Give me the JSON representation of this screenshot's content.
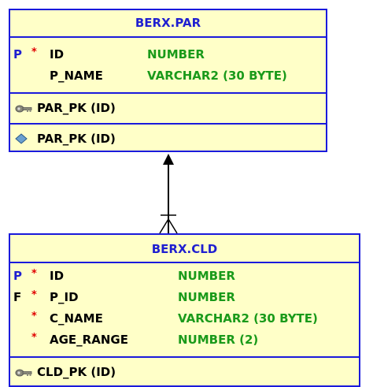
{
  "tables": [
    {
      "name": "BERX.PAR",
      "columns": [
        {
          "flag": "P",
          "required": "*",
          "name": "ID",
          "type": "NUMBER"
        },
        {
          "flag": "",
          "required": "",
          "name": "P_NAME",
          "type": "VARCHAR2 (30 BYTE)"
        }
      ],
      "keys": [
        "PAR_PK (ID)"
      ],
      "indexes": [
        "PAR_PK (ID)"
      ]
    },
    {
      "name": "BERX.CLD",
      "columns": [
        {
          "flag": "P",
          "required": "*",
          "name": "ID",
          "type": "NUMBER"
        },
        {
          "flag": "F",
          "required": "*",
          "name": "P_ID",
          "type": "NUMBER"
        },
        {
          "flag": "",
          "required": "*",
          "name": "C_NAME",
          "type": "VARCHAR2 (30 BYTE)"
        },
        {
          "flag": "",
          "required": "*",
          "name": "AGE_RANGE",
          "type": "NUMBER (2)"
        }
      ],
      "keys": [
        "CLD_PK (ID)"
      ]
    }
  ],
  "relationship": {
    "from": "BERX.CLD",
    "to": "BERX.PAR",
    "cardinality": "many-to-one"
  },
  "icons": {
    "key": "key-icon",
    "index": "diamond-icon"
  }
}
